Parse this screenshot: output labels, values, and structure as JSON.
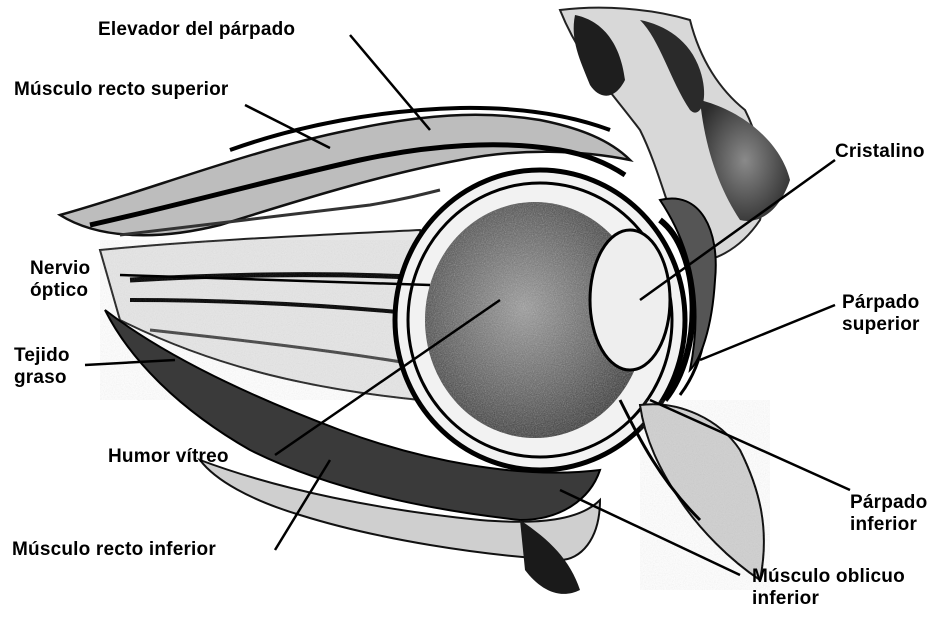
{
  "labels": {
    "elevador": "Elevador del párpado",
    "recto_superior": "Músculo recto superior",
    "cristalino": "Cristalino",
    "nervio_line1": "Nervio",
    "nervio_line2": "óptico",
    "parpado_sup_line1": "Párpado",
    "parpado_sup_line2": "superior",
    "tejido_line1": "Tejido",
    "tejido_line2": "graso",
    "humor": "Humor vítreo",
    "parpado_inf_line1": "Párpado",
    "parpado_inf_line2": "inferior",
    "recto_inferior": "Músculo recto inferior",
    "oblicuo_line1": "Músculo oblicuo",
    "oblicuo_line2": "inferior"
  },
  "colors": {
    "ink": "#000000",
    "tissue_dark": "#1a1a1a",
    "tissue_mid": "#6b6b6b",
    "tissue_light": "#c9c9c9",
    "background": "#ffffff"
  }
}
